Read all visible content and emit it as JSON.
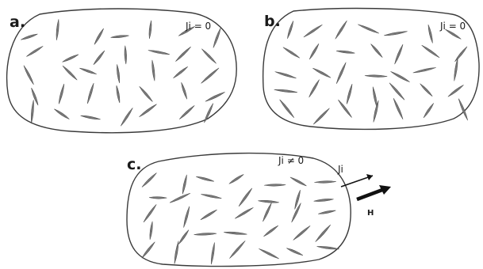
{
  "panels": [
    {
      "letter": "a.",
      "label": "Ji = 0"
    },
    {
      "letter": "b.",
      "label": "Ji = 0"
    },
    {
      "letter": "c.",
      "label": "Ji ≠ 0"
    }
  ],
  "arrows": {
    "current_label": "Ji",
    "field_label": "H"
  },
  "colors": {
    "outline": "#3a3a3a",
    "domain": "#7a7a7a",
    "arrow": "#111111"
  }
}
